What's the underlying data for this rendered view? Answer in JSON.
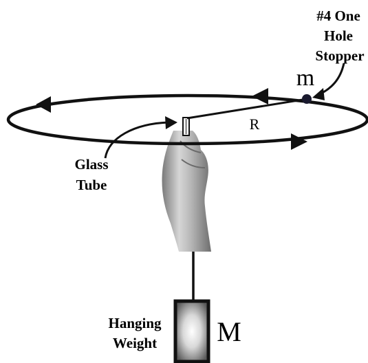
{
  "stopper_label": [
    "#4 One",
    "Hole",
    "Stopper"
  ],
  "mass_label": "m",
  "radius_label": "R",
  "tube_label": [
    "Glass",
    "Tube"
  ],
  "weight_label": [
    "Hanging",
    "Weight"
  ],
  "hanging_mass_label": "M"
}
